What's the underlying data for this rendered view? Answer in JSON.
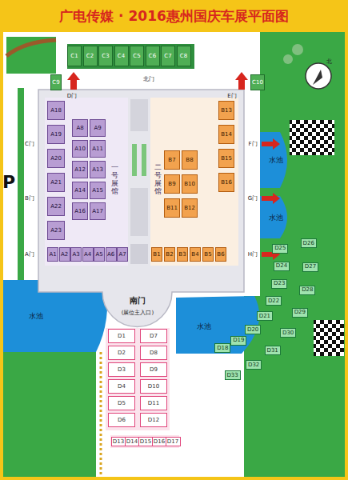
{
  "diagram": {
    "title": "广电传媒 · 2016惠州国庆车展平面图",
    "nodes": [
      {
        "text": [
          "C1"
        ]
      },
      {
        "text": [
          "C2"
        ]
      },
      {
        "text": [
          "C3"
        ]
      },
      {
        "text": [
          "C4"
        ]
      },
      {
        "text": [
          "C5"
        ]
      },
      {
        "text": [
          "C6"
        ]
      },
      {
        "text": [
          "C7"
        ]
      },
      {
        "text": [
          "C8"
        ]
      },
      {
        "text": [
          "C9"
        ]
      },
      {
        "text": [
          "C10"
        ]
      },
      {
        "text": [
          "A1"
        ]
      },
      {
        "text": [
          "A2"
        ]
      },
      {
        "text": [
          "A3"
        ]
      },
      {
        "text": [
          "A4"
        ]
      },
      {
        "text": [
          "A5"
        ]
      },
      {
        "text": [
          "A6"
        ]
      },
      {
        "text": [
          "A7"
        ]
      },
      {
        "text": [
          "A8"
        ]
      },
      {
        "text": [
          "A9"
        ]
      },
      {
        "text": [
          "A10"
        ]
      },
      {
        "text": [
          "A11"
        ]
      },
      {
        "text": [
          "A12"
        ]
      },
      {
        "text": [
          "A13"
        ]
      },
      {
        "text": [
          "A14"
        ]
      },
      {
        "text": [
          "A15"
        ]
      },
      {
        "text": [
          "A16"
        ]
      },
      {
        "text": [
          "A17"
        ]
      },
      {
        "text": [
          "A18"
        ]
      },
      {
        "text": [
          "A19"
        ]
      },
      {
        "text": [
          "A20"
        ]
      },
      {
        "text": [
          "A21"
        ]
      },
      {
        "text": [
          "A22"
        ]
      },
      {
        "text": [
          "A23"
        ]
      },
      {
        "text": [
          "B1"
        ]
      },
      {
        "text": [
          "B2"
        ]
      },
      {
        "text": [
          "B3"
        ]
      },
      {
        "text": [
          "B4"
        ]
      },
      {
        "text": [
          "B5"
        ]
      },
      {
        "text": [
          "B6"
        ]
      },
      {
        "text": [
          "B7"
        ]
      },
      {
        "text": [
          "B8"
        ]
      },
      {
        "text": [
          "B9"
        ]
      },
      {
        "text": [
          "B10"
        ]
      },
      {
        "text": [
          "B11"
        ]
      },
      {
        "text": [
          "B12"
        ]
      },
      {
        "text": [
          "B13"
        ]
      },
      {
        "text": [
          "B14"
        ]
      },
      {
        "text": [
          "B15"
        ]
      },
      {
        "text": [
          "B16"
        ]
      },
      {
        "text": [
          "D1"
        ]
      },
      {
        "text": [
          "D2"
        ]
      },
      {
        "text": [
          "D3"
        ]
      },
      {
        "text": [
          "D4"
        ]
      },
      {
        "text": [
          "D5"
        ]
      },
      {
        "text": [
          "D6"
        ]
      },
      {
        "text": [
          "D7"
        ]
      },
      {
        "text": [
          "D8"
        ]
      },
      {
        "text": [
          "D9"
        ]
      },
      {
        "text": [
          "D10"
        ]
      },
      {
        "text": [
          "D11"
        ]
      },
      {
        "text": [
          "D12"
        ]
      },
      {
        "text": [
          "D18"
        ]
      },
      {
        "text": [
          "D19"
        ]
      },
      {
        "text": [
          "D20"
        ]
      },
      {
        "text": [
          "D21"
        ]
      },
      {
        "text": [
          "D22"
        ]
      },
      {
        "text": [
          "D23"
        ]
      },
      {
        "text": [
          "D24"
        ]
      },
      {
        "text": [
          "D25"
        ]
      },
      {
        "text": [
          "D26"
        ]
      },
      {
        "text": [
          "D27"
        ]
      },
      {
        "text": [
          "D28"
        ]
      },
      {
        "text": [
          "D29"
        ]
      },
      {
        "text": [
          "D30"
        ]
      },
      {
        "text": [
          "D31"
        ]
      },
      {
        "text": [
          "D32"
        ]
      },
      {
        "text": [
          "D33"
        ]
      },
      {
        "text": [
          "D13"
        ]
      },
      {
        "text": [
          "D14"
        ]
      },
      {
        "text": [
          "D15"
        ]
      },
      {
        "text": [
          "D16"
        ]
      },
      {
        "text": [
          "D17"
        ]
      }
    ],
    "labels": [
      "北门",
      "D门",
      "E门",
      "C门",
      "B门",
      "A门",
      "F门",
      "G门",
      "H门",
      "P",
      "水池",
      "水池",
      "水池",
      "水池",
      "南门",
      "(展位主入口)",
      "一号展馆",
      "二号展馆",
      "北"
    ]
  }
}
